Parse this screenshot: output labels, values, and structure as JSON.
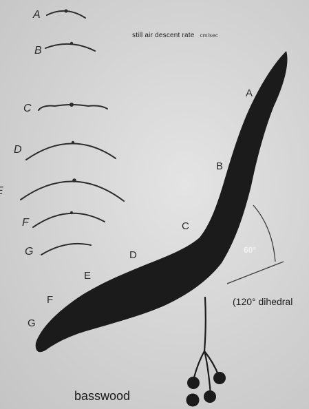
{
  "figure": {
    "header_text": "still air descent rate",
    "header_units": "cm/sec",
    "species": "basswood",
    "dihedral_label": "(120° dihedral",
    "angle_label": "60°",
    "cross_sections": [
      {
        "letter": "A"
      },
      {
        "letter": "B"
      },
      {
        "letter": "C"
      },
      {
        "letter": "D"
      },
      {
        "letter": "E"
      },
      {
        "letter": "F"
      },
      {
        "letter": "G"
      }
    ],
    "wing_stations": [
      {
        "letter": "A"
      },
      {
        "letter": "B"
      },
      {
        "letter": "C"
      },
      {
        "letter": "D"
      },
      {
        "letter": "E"
      },
      {
        "letter": "F"
      },
      {
        "letter": "G"
      }
    ],
    "colors": {
      "background": "#d6d6d6",
      "wing": "#1b1b1b",
      "ink": "#2a2a2a"
    }
  }
}
